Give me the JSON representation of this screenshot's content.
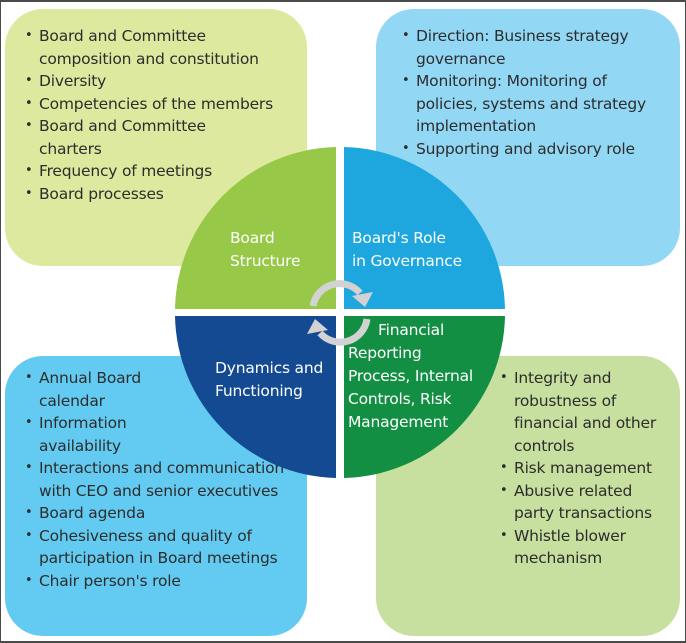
{
  "title": "Board evaluation framework",
  "colors": {
    "board_structure": "#97c848",
    "boards_role": "#1ea7df",
    "dynamics": "#144a92",
    "financial": "#138f43",
    "box_tl": "#dde99e",
    "box_tr": "#92d8f5",
    "box_bl": "#63cbf1",
    "box_br": "#c7e09f",
    "cycle_arrows": "#d2d2d2"
  },
  "quadrants": {
    "board_structure": {
      "label_lines": [
        "Board",
        "Structure"
      ],
      "items": [
        "Board and Committee composition and constitution",
        "Diversity",
        "Competencies of the members",
        "Board and Committee charters",
        "Frequency of meetings",
        "Board processes"
      ]
    },
    "boards_role": {
      "label_lines": [
        "Board's Role",
        "in Governance"
      ],
      "items": [
        "Direction: Business strategy governance",
        "Monitoring: Monitoring of policies, systems and strategy implementation",
        "Supporting and advisory role"
      ]
    },
    "dynamics": {
      "label_lines": [
        "Dynamics and",
        "Functioning"
      ],
      "items": [
        "Annual Board calendar",
        "Information availability",
        "Interactions and communication with CEO and senior executives",
        "Board agenda",
        "Cohesiveness and quality of participation in Board meetings",
        "Chair person's role"
      ]
    },
    "financial": {
      "label_lines": [
        "Financial",
        "Reporting",
        "Process, Internal",
        "Controls, Risk",
        "Management"
      ],
      "items": [
        "Integrity and robustness of financial and other controls",
        "Risk management",
        "Abusive related party transactions",
        "Whistle blower mechanism"
      ]
    }
  },
  "center_icon": "cycle-arrows-icon"
}
